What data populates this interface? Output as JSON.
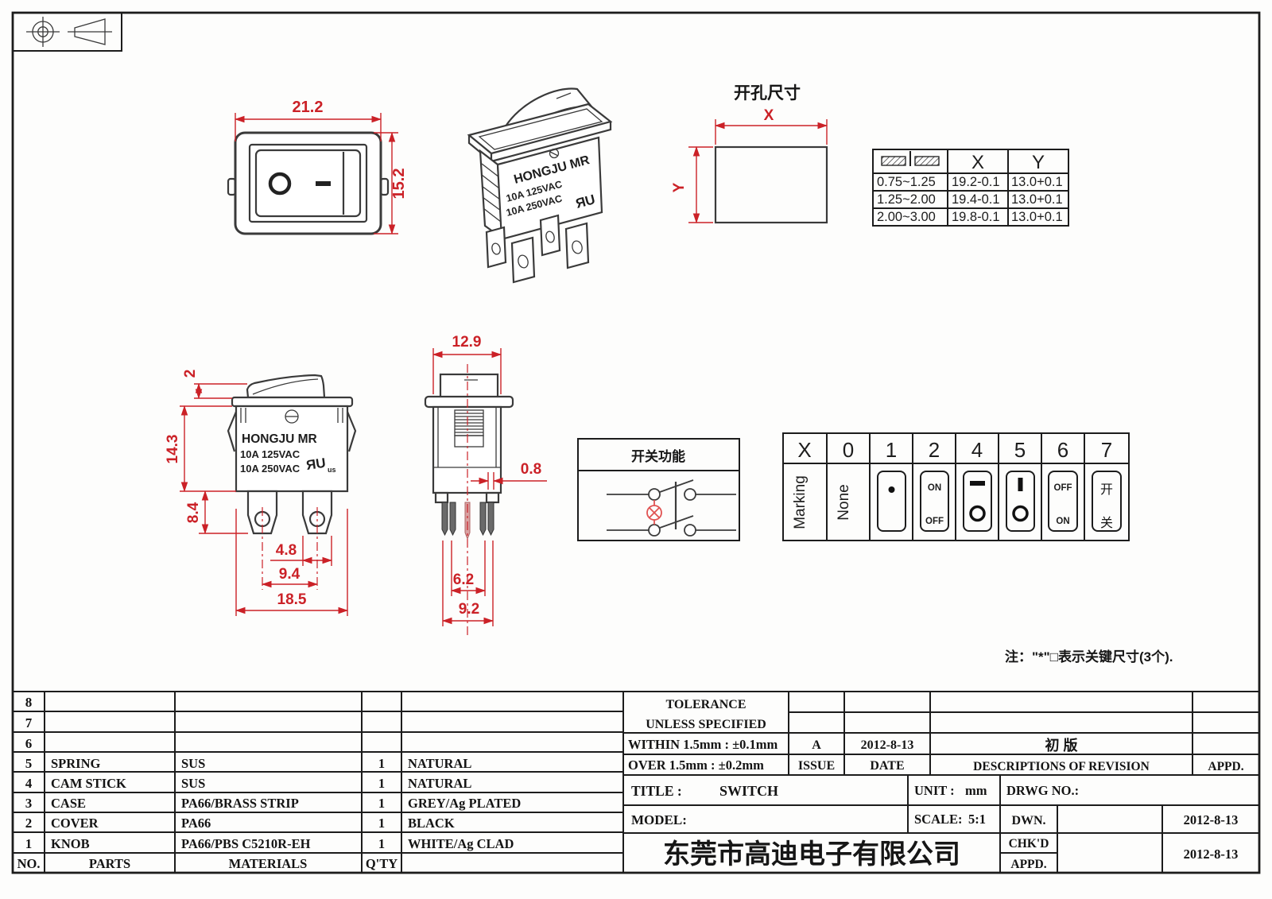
{
  "sheet": {
    "note": "注：\"*\"□表示关键尺寸(3个).",
    "company": "东莞市高迪电子有限公司"
  },
  "views": {
    "cutout_title": "开孔尺寸",
    "function_title": "开关功能",
    "brand": "HONGJU MR",
    "rating_125": "10A 125VAC",
    "rating_250": "10A 250VAC",
    "ul_mark": "ЯU",
    "ul_sub": "us"
  },
  "dims": {
    "front_width": "21.2",
    "front_height": "15.2",
    "side_rocker": "2",
    "side_height": "14.3",
    "side_terminal": "8.4",
    "side_pitch_a": "4.8",
    "side_pitch_b": "9.4",
    "side_width": "18.5",
    "end_width": "12.9",
    "end_pin": "0.8",
    "end_pitch_a": "6.2",
    "end_pitch_b": "9.2",
    "cutout_x": "X",
    "cutout_y": "Y"
  },
  "cutout_table": {
    "col_x": "X",
    "col_y": "Y",
    "rows": [
      [
        "0.75~1.25",
        "19.2-0.1",
        "13.0+0.1"
      ],
      [
        "1.25~2.00",
        "19.4-0.1",
        "13.0+0.1"
      ],
      [
        "2.00~3.00",
        "19.8-0.1",
        "13.0+0.1"
      ]
    ]
  },
  "marking": {
    "headers": [
      "X",
      "0",
      "1",
      "2",
      "4",
      "5",
      "6",
      "7"
    ],
    "row_label": "Marking",
    "none": "None",
    "on": "ON",
    "off": "OFF",
    "kai": "开",
    "guan": "关"
  },
  "bom": {
    "rows": [
      {
        "no": "8",
        "part": "",
        "material": "",
        "qty": "",
        "color": ""
      },
      {
        "no": "7",
        "part": "",
        "material": "",
        "qty": "",
        "color": ""
      },
      {
        "no": "6",
        "part": "",
        "material": "",
        "qty": "",
        "color": ""
      },
      {
        "no": "5",
        "part": "SPRING",
        "material": "SUS",
        "qty": "1",
        "color": "NATURAL"
      },
      {
        "no": "4",
        "part": "CAM STICK",
        "material": "SUS",
        "qty": "1",
        "color": "NATURAL"
      },
      {
        "no": "3",
        "part": "CASE",
        "material": "PA66/BRASS STRIP",
        "qty": "1",
        "color": "GREY/Ag PLATED"
      },
      {
        "no": "2",
        "part": "COVER",
        "material": "PA66",
        "qty": "1",
        "color": "BLACK"
      },
      {
        "no": "1",
        "part": "KNOB",
        "material": "PA66/PBS C5210R-EH",
        "qty": "1",
        "color": "WHITE/Ag CLAD"
      }
    ],
    "footer": {
      "no": "NO.",
      "parts": "PARTS",
      "materials": "MATERIALS",
      "qty": "Q'TY"
    }
  },
  "title_block": {
    "tolerance1": "TOLERANCE",
    "tolerance2": "UNLESS  SPECIFIED",
    "within": "WITHIN 1.5mm : ±0.1mm",
    "over": "OVER 1.5mm : ±0.2mm",
    "issue_value": "A",
    "issue_label": "ISSUE",
    "date_value": "2012-8-13",
    "date_label": "DATE",
    "revision": "初  版",
    "revision_label": "DESCRIPTIONS OF REVISION",
    "appd_header": "APPD.",
    "title_label": "TITLE :",
    "title_value": "SWITCH",
    "unit_label": "UNIT :",
    "unit_value": "mm",
    "drwg_label": "DRWG NO.:",
    "model_label": "MODEL:",
    "scale_label": "SCALE:",
    "scale_value": "5:1",
    "dwn_label": "DWN.",
    "dwn_date": "2012-8-13",
    "chkd_label": "CHK'D",
    "chkd_date": "2012-8-13",
    "appd_label": "APPD."
  }
}
